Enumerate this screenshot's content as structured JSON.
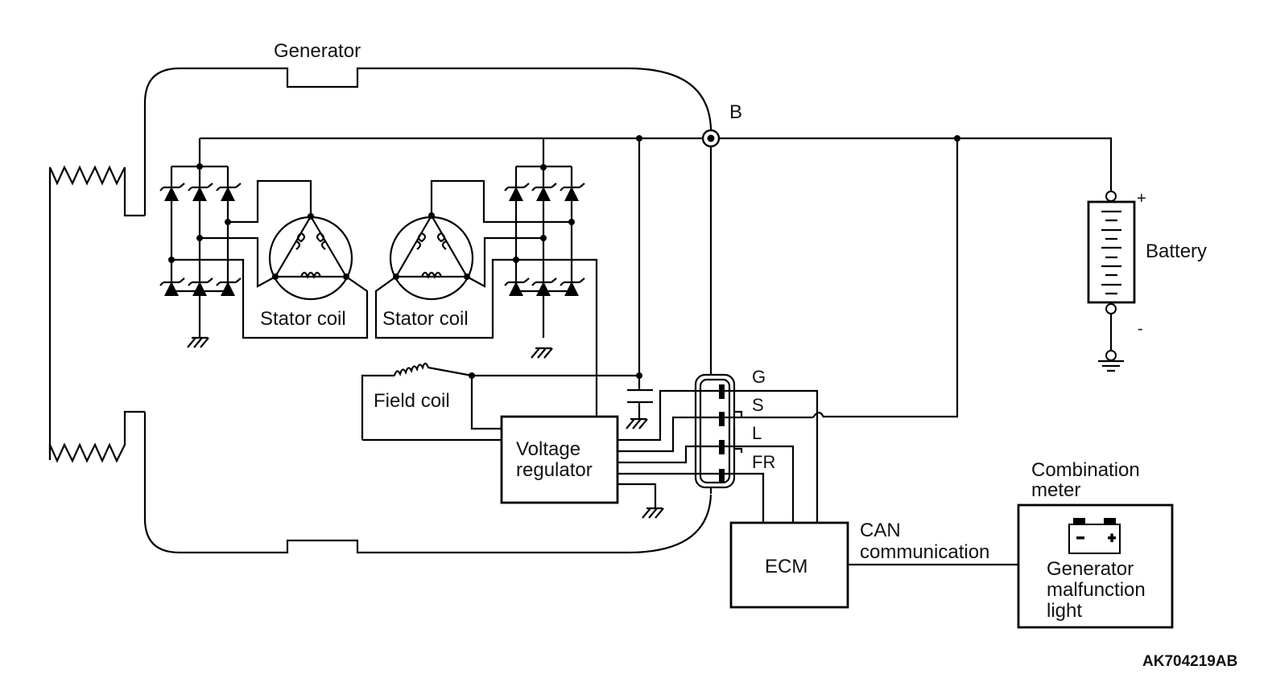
{
  "diagram": {
    "title": "Generator",
    "labels": {
      "generator": "Generator",
      "b_terminal": "B",
      "stator_coil_left": "Stator coil",
      "stator_coil_right": "Stator coil",
      "field_coil": "Field coil",
      "voltage_regulator_line1": "Voltage",
      "voltage_regulator_line2": "regulator",
      "battery": "Battery",
      "battery_plus": "+",
      "battery_minus": "-",
      "connector_pins": [
        "G",
        "S",
        "L",
        "FR"
      ],
      "ecm": "ECM",
      "can_line1": "CAN",
      "can_line2": "communication",
      "combination_meter_line1": "Combination",
      "combination_meter_line2": "meter",
      "warning_light_line1": "Generator",
      "warning_light_line2": "malfunction",
      "warning_light_line3": "light",
      "warning_icon_minus": "−",
      "warning_icon_plus": "+",
      "figure_code": "AK704219AB"
    },
    "components": [
      "Generator",
      "Rotor (slip ring / brush)",
      "Rectifier diode bridge (left)",
      "Rectifier diode bridge (right)",
      "Stator coil (left)",
      "Stator coil (right)",
      "Field coil",
      "Capacitor",
      "Voltage regulator",
      "Connector (G, S, L, FR)",
      "Battery",
      "ECM",
      "Combination meter"
    ],
    "connections": [
      {
        "from": "Rectifier bridges",
        "to": "B terminal"
      },
      {
        "from": "B terminal",
        "to": "Battery +"
      },
      {
        "from": "Battery -",
        "to": "Ground"
      },
      {
        "from": "S terminal",
        "to": "Battery + line"
      },
      {
        "from": "G terminal",
        "to": "ECM"
      },
      {
        "from": "L terminal",
        "to": "ECM"
      },
      {
        "from": "FR terminal",
        "to": "ECM"
      },
      {
        "from": "ECM",
        "to": "Combination meter",
        "via": "CAN communication"
      }
    ]
  }
}
